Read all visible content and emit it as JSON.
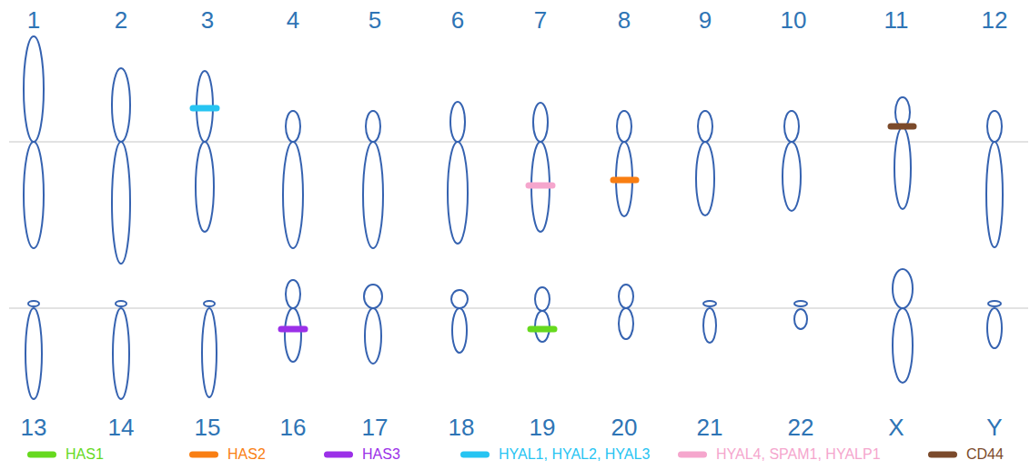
{
  "diagram": {
    "labels": [
      "1",
      "2",
      "3",
      "4",
      "5",
      "6",
      "7",
      "8",
      "9",
      "10",
      "11",
      "12",
      "13",
      "14",
      "15",
      "16",
      "17",
      "18",
      "19",
      "20",
      "21",
      "22",
      "X",
      "Y"
    ],
    "legend": [
      {
        "text": "HAS1",
        "color": "#66d91e"
      },
      {
        "text": "HAS2",
        "color": "#f97e12"
      },
      {
        "text": "HAS3",
        "color": "#9b30e8"
      },
      {
        "text": "HYAL1, HYAL2, HYAL3",
        "color": "#26c4f2"
      },
      {
        "text": "HYAL4, SPAM1, HYALP1",
        "color": "#f5a6cd"
      },
      {
        "text": "CD44",
        "color": "#7b4a2b"
      }
    ]
  }
}
